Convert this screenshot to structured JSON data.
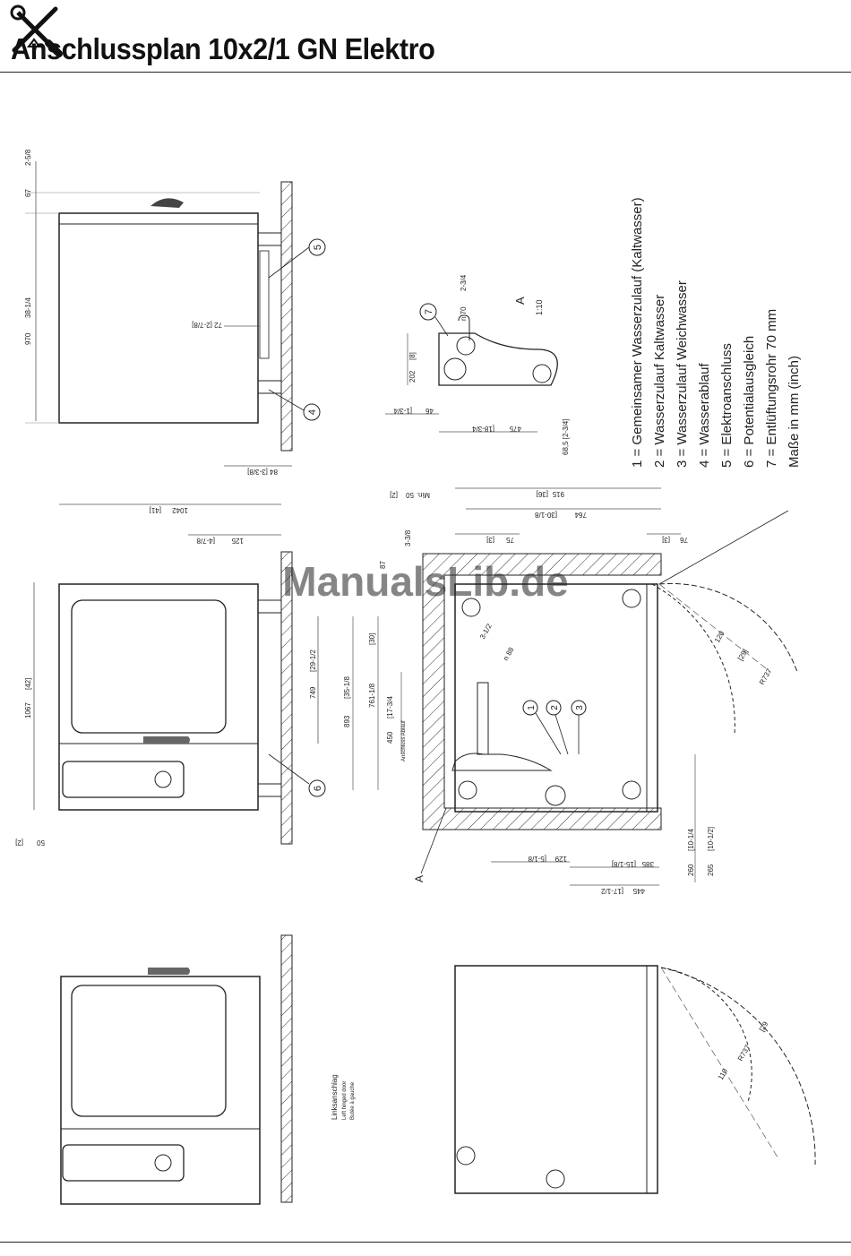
{
  "header": {
    "title": "Anschlussplan 10x2/1 GN Elektro",
    "icon": "wrench-screwdriver-icon"
  },
  "watermark": "ManualsLib.de",
  "legend": {
    "items": [
      "1 = Gemeinsamer Wasserzulauf (Kaltwasser)",
      "2 = Wasserzulauf Kaltwasser",
      "3 = Wasserzulauf Weichwasser",
      "4 = Wasserablauf",
      "5 = Elektroanschluss",
      "6 = Potentialausgleich",
      "7 = Entlüftungsrohr 70 mm",
      "Maße in mm (inch)"
    ]
  },
  "side_view": {
    "dims": [
      "2-5/8",
      "67",
      "38-1/4",
      "970",
      "72 [2-7/8]",
      "84 [3-3/8]"
    ],
    "callouts": [
      "5",
      "4"
    ]
  },
  "detail_a": {
    "label": "A",
    "scale": "1:10",
    "callout": "7",
    "dims": [
      "n 70",
      "2-3/4",
      "202",
      "[8]",
      "46",
      "[1-3/4",
      "475",
      "[18-3/4",
      "68,5 [2-3/4]"
    ]
  },
  "front_view": {
    "dims": [
      "1042",
      "[41]",
      "125",
      "[4-7/8",
      "1067",
      "[42]",
      "50",
      "[2]",
      "749",
      "[29-1/2"
    ],
    "callout": "6"
  },
  "top_view": {
    "dims": [
      "915",
      "[36]",
      "764",
      "[30-1/8",
      "75",
      "[3]",
      "76",
      "[3]",
      "Min.",
      "50",
      "[2]",
      "87",
      "3-3/8",
      "893",
      "[35-1/8",
      "761-1/8",
      "[30]",
      "450",
      "[17-3/4",
      "n 88",
      "3-1/2",
      "120",
      "[29]",
      "R737",
      "129",
      "[5-1/8",
      "385",
      "[15-1/8]",
      "445",
      "[17-1/2",
      "260",
      "[10-1/4",
      "265",
      "[10-1/2]"
    ],
    "callouts": [
      "1",
      "2",
      "3"
    ],
    "note": "Anschluss Ablauf",
    "section_label": "A"
  },
  "left_hinged": {
    "label": "Linksanschlag",
    "sub1": "Left hinged door",
    "sub2": "Butée à gauche",
    "dims": [
      "R737",
      "[29",
      "110"
    ]
  }
}
